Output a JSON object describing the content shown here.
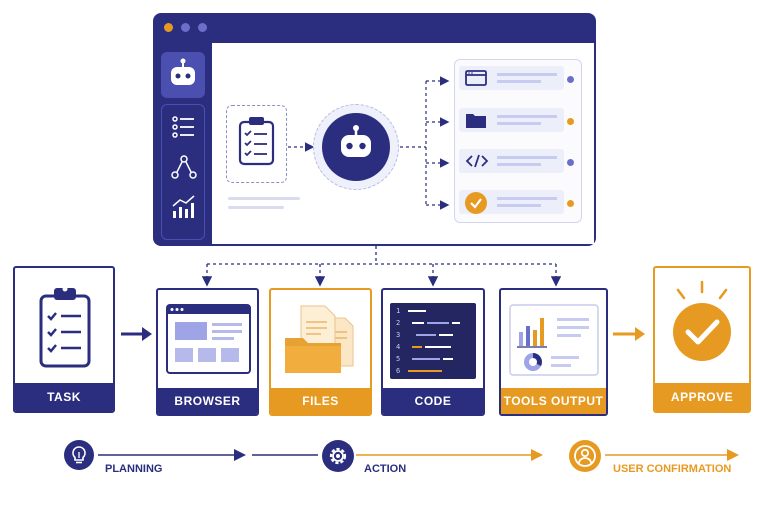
{
  "colors": {
    "navy": "#2b2e7f",
    "orange": "#e79a21",
    "light_lavender": "#eef0fb",
    "line_gray": "#c9ccea"
  },
  "app_window": {
    "dots": [
      "orange",
      "navy",
      "navy"
    ],
    "sidebar_icons": [
      "robot-icon",
      "list-icon",
      "network-icon",
      "chart-icon"
    ],
    "output_items": [
      {
        "icon": "browser-icon",
        "status": "navy"
      },
      {
        "icon": "folder-icon",
        "status": "orange"
      },
      {
        "icon": "code-icon",
        "status": "navy"
      },
      {
        "icon": "check-icon",
        "status": "orange"
      }
    ]
  },
  "cards": {
    "task": "TASK",
    "browser": "BROWSER",
    "files": "FILES",
    "code": "CODE",
    "tools_output": "TOOLS OUTPUT",
    "approve": "APPROVE"
  },
  "code_lines": [
    "1",
    "2",
    "3",
    "4",
    "5",
    "6"
  ],
  "steps": {
    "planning": "PLANNING",
    "action": "ACTION",
    "user_confirmation": "USER CONFIRMATION"
  }
}
